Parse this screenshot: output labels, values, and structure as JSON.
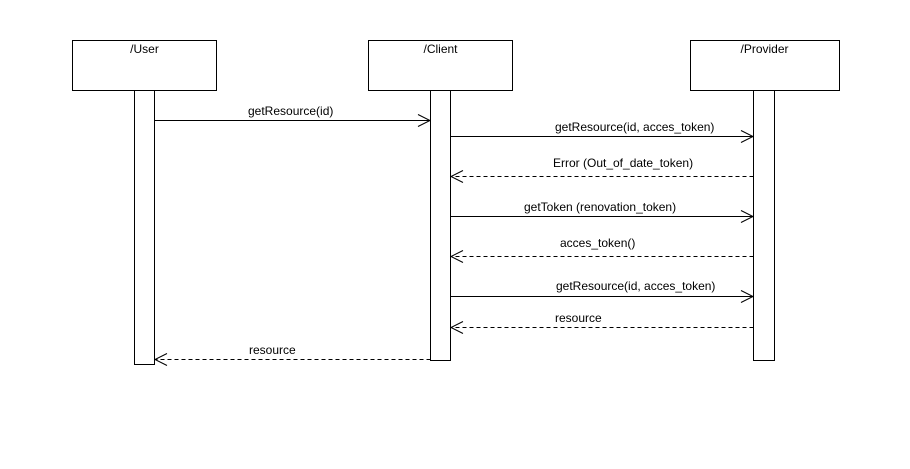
{
  "diagram": {
    "type": "sequence",
    "participants": [
      {
        "id": "user",
        "label": "/User"
      },
      {
        "id": "client",
        "label": "/Client"
      },
      {
        "id": "provider",
        "label": "/Provider"
      }
    ],
    "messages": [
      {
        "from": "user",
        "to": "client",
        "label": "getResource(id)",
        "style": "sync"
      },
      {
        "from": "client",
        "to": "provider",
        "label": "getResource(id, acces_token)",
        "style": "sync"
      },
      {
        "from": "provider",
        "to": "client",
        "label": "Error (Out_of_date_token)",
        "style": "return"
      },
      {
        "from": "client",
        "to": "provider",
        "label": "getToken (renovation_token)",
        "style": "sync"
      },
      {
        "from": "provider",
        "to": "client",
        "label": "acces_token()",
        "style": "return"
      },
      {
        "from": "client",
        "to": "provider",
        "label": "getResource(id, acces_token)",
        "style": "sync"
      },
      {
        "from": "provider",
        "to": "client",
        "label": "resource",
        "style": "return"
      },
      {
        "from": "client",
        "to": "user",
        "label": "resource",
        "style": "return"
      }
    ],
    "colors": {
      "line": "#000000",
      "fill": "#ffffff"
    }
  }
}
